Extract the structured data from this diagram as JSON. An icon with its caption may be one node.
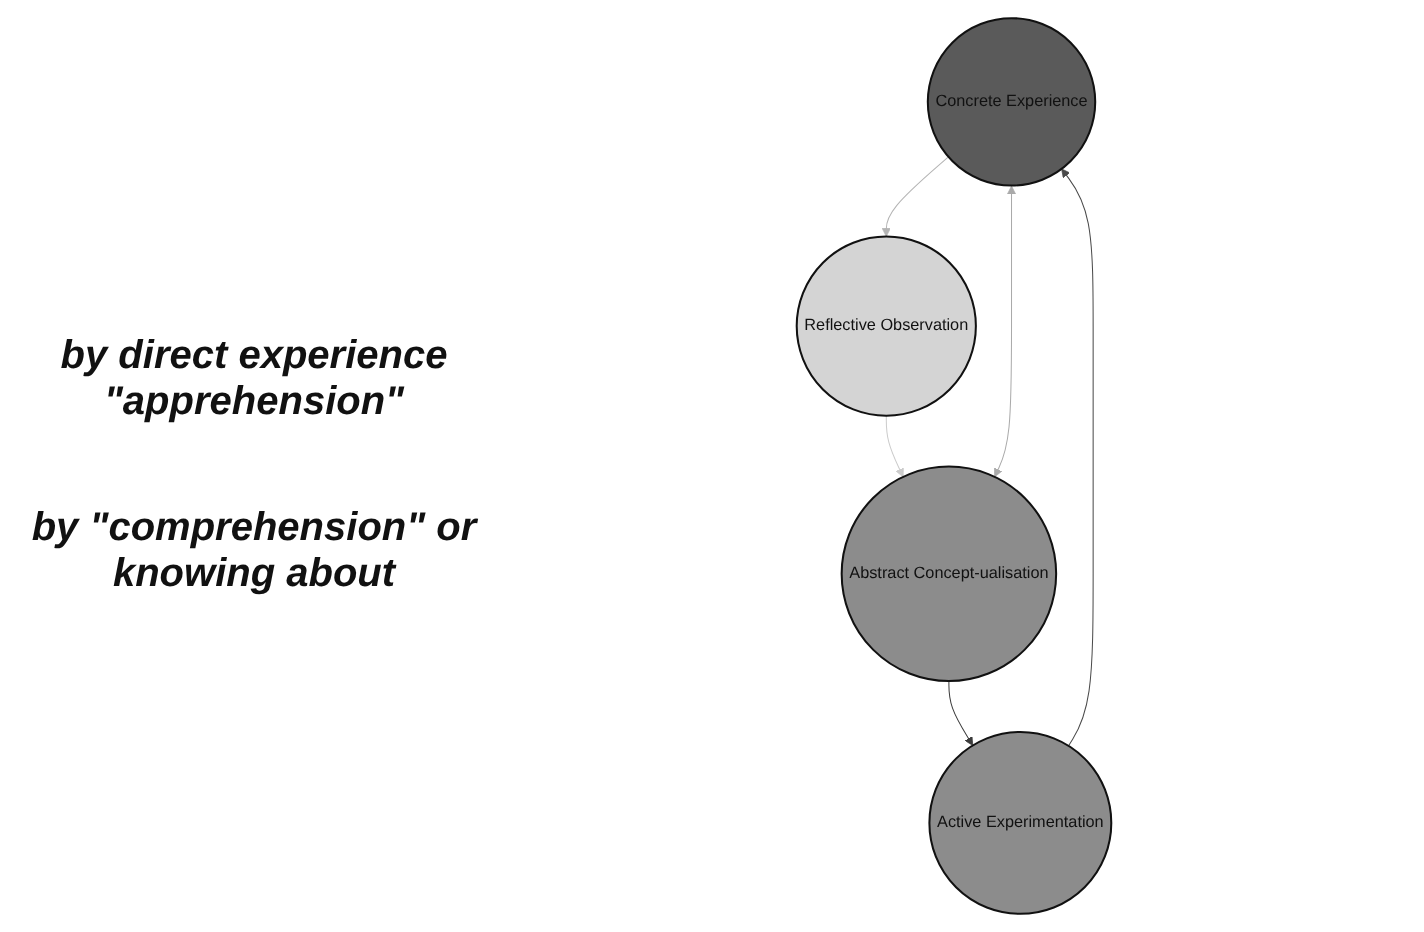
{
  "diagram": {
    "nodes": [
      {
        "text": [
          "Concrete Experience"
        ]
      },
      {
        "text": [
          "Reflective Observation"
        ]
      },
      {
        "text": [
          "Abstract Concept-ualisation"
        ]
      },
      {
        "text": [
          "Active Experimentation"
        ]
      }
    ],
    "edges": [
      {
        "from": 0,
        "to": 1,
        "arrow": "to",
        "color": "#b4b4b4"
      },
      {
        "from": 1,
        "to": 2,
        "arrow": "to",
        "color": "#cccccc"
      },
      {
        "from": 2,
        "to": 3,
        "arrow": "to",
        "color": "#3c3c3c"
      },
      {
        "from": 3,
        "to": 0,
        "arrow": "to",
        "color": "#4a4a4a"
      },
      {
        "from": 0,
        "to": 2,
        "arrow": "both",
        "color": "#aaaaaa"
      }
    ],
    "labels": [
      "by direct experience \"apprehension\"",
      "by \"comprehension\" or knowing about"
    ]
  }
}
